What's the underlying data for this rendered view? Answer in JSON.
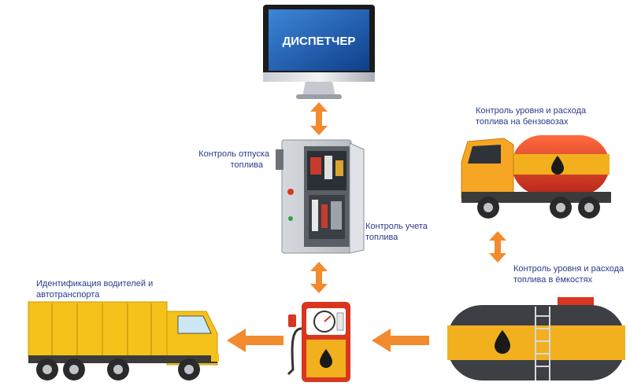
{
  "monitor": {
    "screen_text": "ДИСПЕТЧЕР"
  },
  "labels": {
    "dispense_control": [
      "Контроль отпуска",
      "топлива"
    ],
    "accounting_control": [
      "Контроль учета",
      "топлива"
    ],
    "tanker_control": [
      "Контроль уровня и расхода",
      "топлива на бензовозах"
    ],
    "tank_control": [
      "Контроль уровня и расхода",
      "топлива в ёмкостях"
    ],
    "driver_id": [
      "Идентификация водителей и",
      "автотранспорта"
    ]
  },
  "colors": {
    "arrow": "#f28a2e",
    "text": "#2b3a8c",
    "screen": "#1f5fb5",
    "tanker_cab": "#f5a623",
    "tank_red": "#e0462a",
    "tank_yellow": "#f2b01e",
    "dump_yellow": "#f4c21a",
    "pump_red": "#d9351f"
  },
  "icons": [
    "monitor-icon",
    "control-cabinet-icon",
    "fuel-tanker-truck-icon",
    "storage-tank-icon",
    "fuel-pump-icon",
    "dump-truck-icon",
    "oil-drop-icon",
    "arrow-icon"
  ]
}
